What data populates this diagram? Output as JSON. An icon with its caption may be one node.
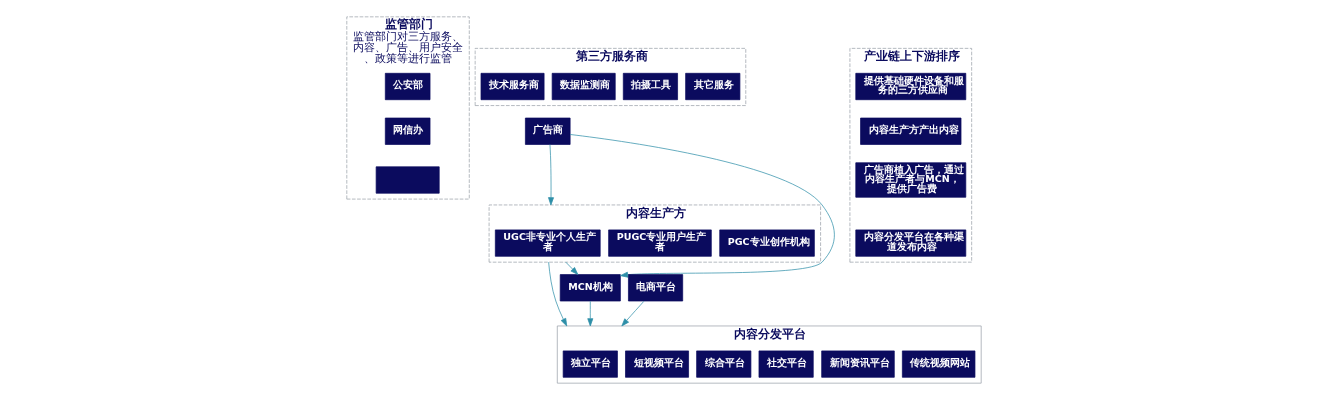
{
  "diagram": {
    "nodes": [
      {
        "text": [
          "监管部门",
          "监管部门对三方服务、内容、广告、用户安全、政策等进行监管"
        ]
      },
      {
        "text": [
          "公安部"
        ],
        "in": 0
      },
      {
        "text": [
          "网信办"
        ],
        "in": 0
      },
      {
        "text": [],
        "shape": "box",
        "in": 0
      },
      {
        "text": [
          "第三方服务商"
        ]
      },
      {
        "text": [
          "技术服务商"
        ],
        "in": 4
      },
      {
        "text": [
          "数据监测商"
        ],
        "in": 4
      },
      {
        "text": [
          "拍摄工具"
        ],
        "in": 4
      },
      {
        "text": [
          "其它服务"
        ],
        "in": 4
      },
      {
        "text": [
          "广告商"
        ]
      },
      {
        "text": [
          "内容生产方"
        ]
      },
      {
        "text": [
          "UGC非专业个人生产者"
        ],
        "in": 10
      },
      {
        "text": [
          "PUGC专业用户生产者"
        ],
        "in": 10
      },
      {
        "text": [
          "PGC专业创作机构"
        ],
        "in": 10
      },
      {
        "text": [
          "MCN机构"
        ]
      },
      {
        "text": [
          "电商平台"
        ]
      },
      {
        "text": [
          "内容分发平台"
        ]
      },
      {
        "text": [
          "独立平台"
        ],
        "in": 16
      },
      {
        "text": [
          "短视频平台"
        ],
        "in": 16
      },
      {
        "text": [
          "综合平台"
        ],
        "in": 16
      },
      {
        "text": [
          "社交平台"
        ],
        "in": 16
      },
      {
        "text": [
          "新闻资讯平台"
        ],
        "in": 16
      },
      {
        "text": [
          "传统视频网站"
        ],
        "in": 16
      },
      {
        "text": [
          "产业链上下游排序"
        ]
      },
      {
        "text": [
          "提供基础硬件设备和服务的三方供应商"
        ],
        "in": 23
      },
      {
        "text": [
          "内容生产方产出内容"
        ],
        "in": 23
      },
      {
        "text": [
          "广告商植入广告，通过内容生产者与MCN，提供广告费"
        ],
        "in": 23
      },
      {
        "text": [
          "内容分发平台在各种渠道发布内容"
        ],
        "in": 23
      }
    ],
    "edges": [
      {
        "from": 9,
        "to": 10,
        "arrow": "to"
      },
      {
        "from": 9,
        "to": 14,
        "arrow": "to"
      },
      {
        "from": 10,
        "to": 14,
        "arrow": "to"
      },
      {
        "from": 10,
        "to": 16,
        "arrow": "to"
      },
      {
        "from": 14,
        "to": 16,
        "arrow": "to"
      },
      {
        "from": 15,
        "to": 16,
        "arrow": "to"
      }
    ]
  }
}
